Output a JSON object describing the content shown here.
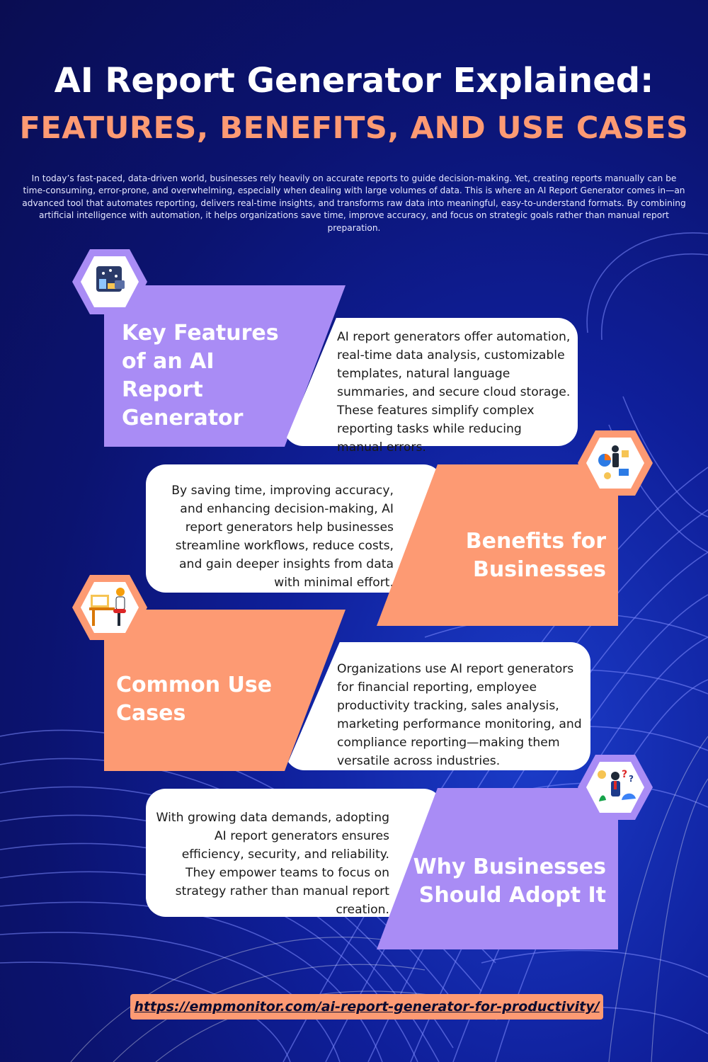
{
  "header": {
    "title": "AI Report Generator Explained:",
    "subtitle": "FEATURES, BENEFITS, AND USE CASES"
  },
  "intro": "In today’s fast-paced, data-driven world, businesses rely heavily on accurate reports to guide decision-making. Yet, creating reports manually can be time-consuming, error-prone, and overwhelming, especially when dealing with large volumes of data. This is where an AI Report Generator comes in—an advanced tool that automates reporting, delivers real-time insights, and transforms raw data into meaningful, easy-to-understand formats. By combining artificial intelligence with automation, it helps organizations save time, improve accuracy, and focus on strategic goals rather than manual report preparation.",
  "sections": [
    {
      "title": "Key Features of an AI Report Generator",
      "body": "AI report generators offer automation, real-time data analysis, customizable templates, natural language summaries, and secure cloud storage. These features simplify complex reporting tasks while reducing manual errors.",
      "color": "#a98cf5",
      "icon": "dashboard-icon"
    },
    {
      "title": "Benefits for Businesses",
      "body": "By saving time, improving accuracy, and enhancing decision-making, AI report generators help businesses streamline workflows, reduce costs, and gain deeper insights from data with minimal effort.",
      "color": "#fd9a73",
      "icon": "businessman-charts-icon"
    },
    {
      "title": "Common Use Cases",
      "body": "Organizations use AI report generators for financial reporting, employee productivity tracking, sales analysis, marketing performance monitoring, and compliance reporting—making them versatile across industries.",
      "color": "#fd9a73",
      "icon": "office-worker-icon"
    },
    {
      "title": "Why Businesses Should Adopt It",
      "body": "With growing data demands, adopting AI report generators ensures efficiency, security, and reliability. They empower teams to focus on strategy rather than manual report creation.",
      "color": "#a98cf5",
      "icon": "thinking-businessman-icon"
    }
  ],
  "footer": {
    "url": "https://empmonitor.com/ai-report-generator-for-productivity/"
  }
}
